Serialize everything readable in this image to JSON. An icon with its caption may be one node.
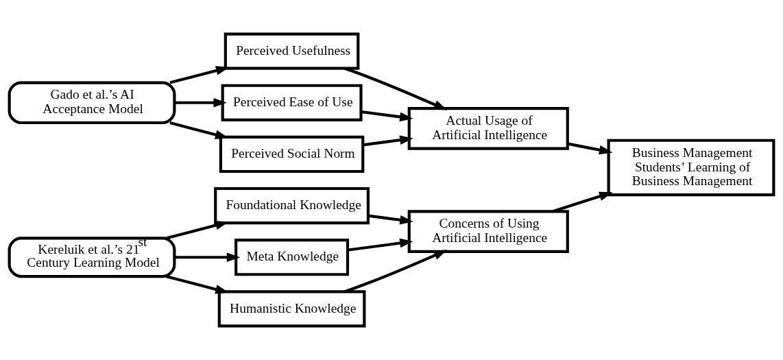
{
  "diagram": {
    "nodes": [
      {
        "text": [
          "Gado et al.’s AI Acceptance Model"
        ]
      },
      {
        "text": [
          "Perceived Usefulness"
        ]
      },
      {
        "text": [
          "Perceived Ease of Use"
        ]
      },
      {
        "text": [
          "Perceived Social Norm"
        ]
      },
      {
        "text": [
          "Actual Usage of Artificial Intelligence"
        ]
      },
      {
        "text": [
          "Kereluik et al.’s 21$^{st}$ Century Learning Model"
        ]
      },
      {
        "text": [
          "Foundational Knowledge"
        ]
      },
      {
        "text": [
          "Meta Knowledge"
        ]
      },
      {
        "text": [
          "Humanistic Knowledge"
        ]
      },
      {
        "text": [
          "Concerns of Using Artificial Intelligence"
        ]
      },
      {
        "text": [
          "Business Management Students’ Learning of Business Management"
        ]
      }
    ],
    "edges": [
      {
        "from": 0,
        "to": 1,
        "arrow": "to"
      },
      {
        "from": 0,
        "to": 2,
        "arrow": "to"
      },
      {
        "from": 0,
        "to": 3,
        "arrow": "to"
      },
      {
        "from": 1,
        "to": 4,
        "arrow": "to"
      },
      {
        "from": 2,
        "to": 4,
        "arrow": "to"
      },
      {
        "from": 3,
        "to": 4,
        "arrow": "to"
      },
      {
        "from": 4,
        "to": 10,
        "arrow": "to"
      },
      {
        "from": 5,
        "to": 6,
        "arrow": "to"
      },
      {
        "from": 5,
        "to": 7,
        "arrow": "to"
      },
      {
        "from": 5,
        "to": 8,
        "arrow": "to"
      },
      {
        "from": 6,
        "to": 9,
        "arrow": "to"
      },
      {
        "from": 7,
        "to": 9,
        "arrow": "to"
      },
      {
        "from": 8,
        "to": 9,
        "arrow": "to"
      },
      {
        "from": 9,
        "to": 10,
        "arrow": "to"
      }
    ]
  }
}
